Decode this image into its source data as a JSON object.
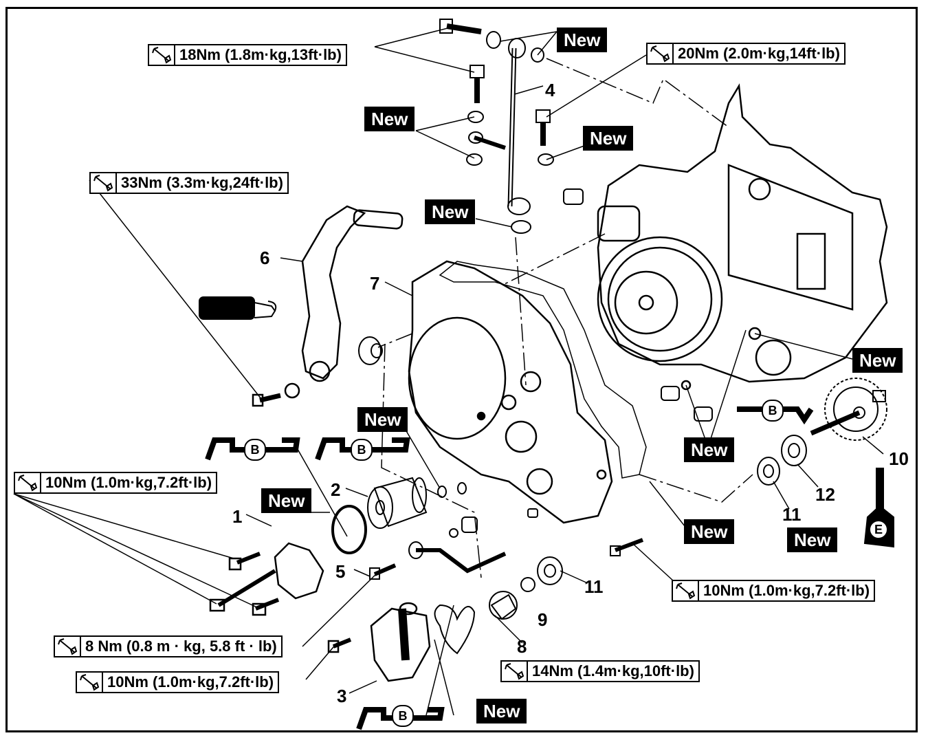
{
  "torque_labels": {
    "t18": "18Nm (1.8m·kg,13ft·lb)",
    "t20": "20Nm (2.0m·kg,14ft·lb)",
    "t33": "33Nm (3.3m·kg,24ft·lb)",
    "t10a": "10Nm (1.0m·kg,7.2ft·lb)",
    "t10b": "10Nm (1.0m·kg,7.2ft·lb)",
    "t8": "8 Nm (0.8 m · kg, 5.8 ft · lb)",
    "t10c": "10Nm (1.0m·kg,7.2ft·lb)",
    "t14": "14Nm (1.4m·kg,10ft·lb)"
  },
  "new_label": "New",
  "grease_symbol": "B",
  "oil_symbol": "E",
  "part_numbers": [
    "1",
    "2",
    "3",
    "4",
    "5",
    "6",
    "7",
    "8",
    "9",
    "10",
    "11",
    "12",
    "11"
  ],
  "icons": {
    "torque": "torque-wrench-icon",
    "grease": "grease-gun-icon",
    "oil": "oil-bottle-icon",
    "locktite": "thread-lock-icon"
  }
}
